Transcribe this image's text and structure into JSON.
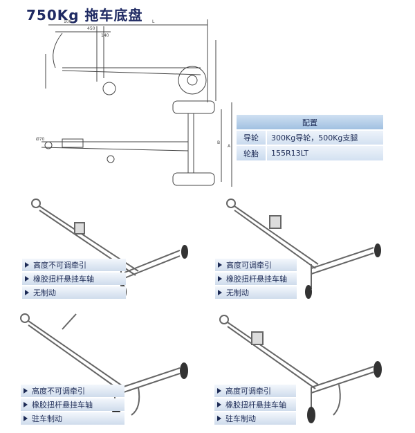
{
  "title": "750Kg  拖车底盘",
  "spec": {
    "header": "配置",
    "rows": [
      {
        "key": "导轮",
        "value": "300Kg导轮，500Kg支腿"
      },
      {
        "key": "轮胎",
        "value": "155R13LT"
      }
    ]
  },
  "drawing_labels": {
    "d1": "100",
    "d2": "450",
    "d3": "140",
    "d4": "L",
    "d5": "B",
    "d6": "A",
    "d7": "Ø70"
  },
  "panels": [
    {
      "features": [
        "高度不可调牵引",
        "橡胶扭杆悬挂车轴",
        "无制动"
      ]
    },
    {
      "features": [
        "高度可调牵引",
        "橡胶扭杆悬挂车轴",
        "无制动"
      ]
    },
    {
      "features": [
        "高度不可调牵引",
        "橡胶扭杆悬挂车轴",
        "驻车制动"
      ]
    },
    {
      "features": [
        "高度可调牵引",
        "橡胶扭杆悬挂车轴",
        "驻车制动"
      ]
    }
  ]
}
